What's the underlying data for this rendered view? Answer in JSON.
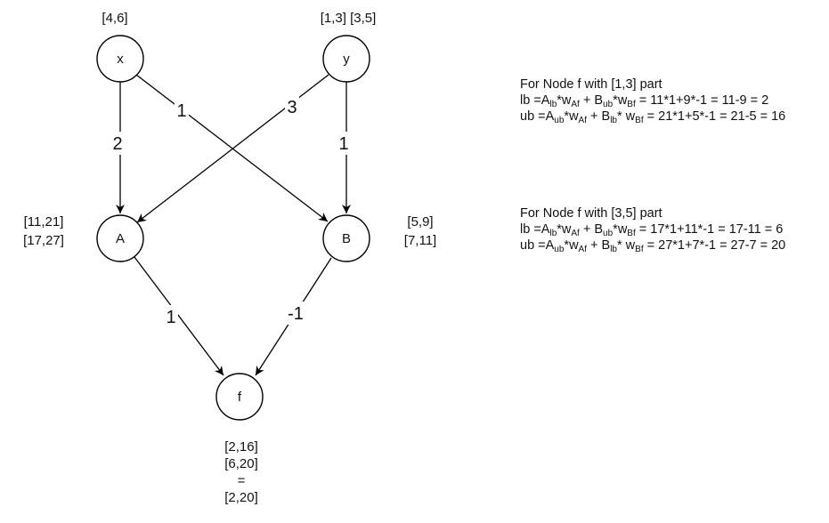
{
  "nodes": {
    "x": "x",
    "y": "y",
    "A": "A",
    "B": "B",
    "f": "f"
  },
  "edges": {
    "x_A": "2",
    "x_B": "1",
    "y_A": "3",
    "y_B": "1",
    "A_f": "1",
    "B_f": "-1"
  },
  "intervals": {
    "x": "[4,6]",
    "y": "[1,3] [3,5]",
    "A": [
      "[11,21]",
      "[17,27]"
    ],
    "B": [
      "[5,9]",
      "[7,11]"
    ],
    "f": [
      "[2,16]",
      "[6,20]",
      "=",
      "[2,20]"
    ]
  },
  "calculations": [
    {
      "title": "For Node f with [1,3] part",
      "lb": {
        "lhs": "lb =",
        "A": "A",
        "A_sub": "lb",
        "w1": "*w",
        "w1_sub": "Af",
        "plus": " + ",
        "B": "B",
        "B_sub": "ub",
        "w2": "*w",
        "w2_sub": "Bf",
        "rhs": " = 11*1+9*-1 = 11-9 = 2"
      },
      "ub": {
        "lhs": "ub =",
        "A": "A",
        "A_sub": "ub",
        "w1": "*w",
        "w1_sub": "Af",
        "plus": " + ",
        "B": "B",
        "B_sub": "lb",
        "w2": "* w",
        "w2_sub": "Bf",
        "rhs": " = 21*1+5*-1 = 21-5 = 16"
      }
    },
    {
      "title": "For Node f with [3,5] part",
      "lb": {
        "lhs": "lb =",
        "A": "A",
        "A_sub": "lb",
        "w1": "*w",
        "w1_sub": "Af",
        "plus": " + ",
        "B": "B",
        "B_sub": "ub",
        "w2": "*w",
        "w2_sub": "Bf",
        "rhs": " = 17*1+11*-1 = 17-11 = 6"
      },
      "ub": {
        "lhs": "ub =",
        "A": "A",
        "A_sub": "ub",
        "w1": "*w",
        "w1_sub": "Af",
        "plus": " + ",
        "B": "B",
        "B_sub": "lb",
        "w2": "* w",
        "w2_sub": "Bf",
        "rhs": " = 27*1+7*-1 = 27-7 = 20"
      }
    }
  ]
}
